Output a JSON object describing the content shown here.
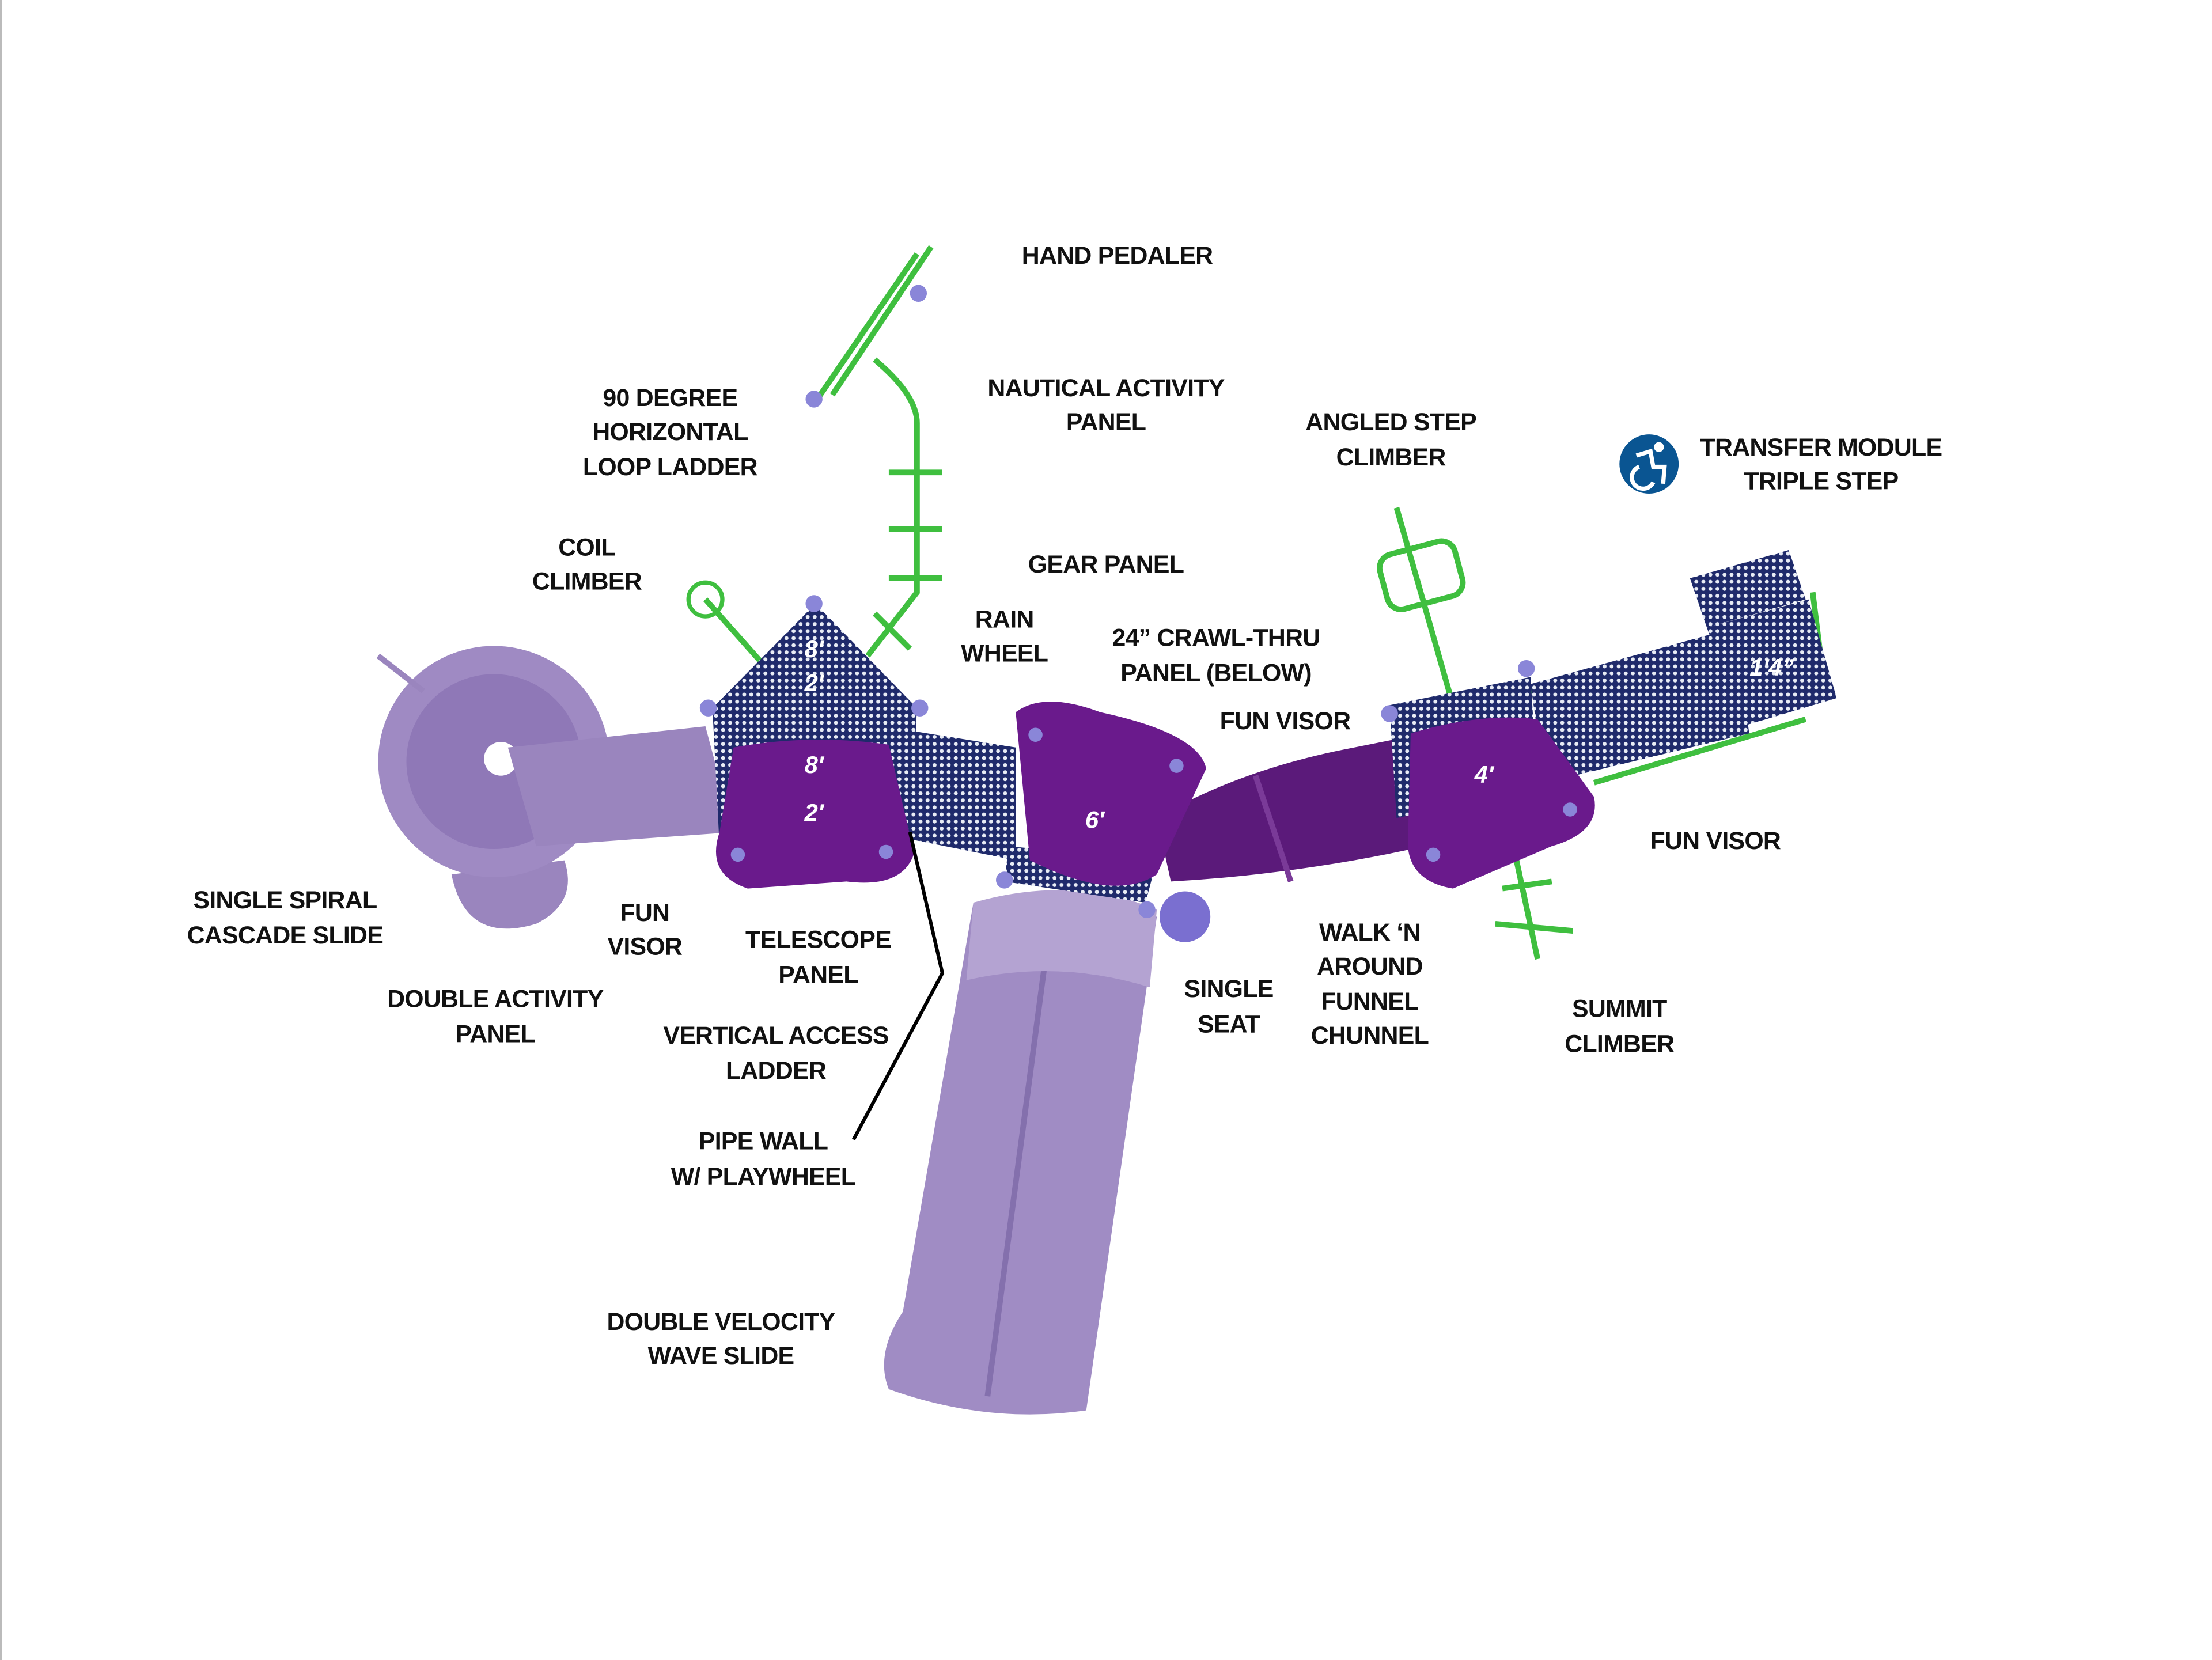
{
  "colors": {
    "frame": "#3fbf3f",
    "deck": "#1f2a6b",
    "slide": "#9a85be",
    "visor": "#6a1a8c",
    "tube": "#5b1a7a",
    "clamp": "#8a86d8",
    "access": "#0a5592"
  },
  "labels": {
    "hand_pedaler": [
      "HAND PEDALER"
    ],
    "nautical": [
      "NAUTICAL ACTIVITY",
      "PANEL"
    ],
    "loop_ladder": [
      "90 DEGREE",
      "HORIZONTAL",
      "LOOP LADDER"
    ],
    "angled_step": [
      "ANGLED STEP",
      "CLIMBER"
    ],
    "transfer": [
      "TRANSFER MODULE",
      "TRIPLE STEP"
    ],
    "coil": [
      "COIL",
      "CLIMBER"
    ],
    "gear": [
      "GEAR PANEL"
    ],
    "rain": [
      "RAIN",
      "WHEEL"
    ],
    "crawl": [
      "24” CRAWL-THRU",
      "PANEL (BELOW)"
    ],
    "fun_visor_1": [
      "FUN VISOR"
    ],
    "fun_visor_2": [
      "FUN VISOR"
    ],
    "spiral": [
      "SINGLE SPIRAL",
      "CASCADE SLIDE"
    ],
    "fun_visor_3": [
      "FUN",
      "VISOR"
    ],
    "telescope": [
      "TELESCOPE",
      "PANEL"
    ],
    "walk": [
      "WALK ‘N",
      "AROUND",
      "FUNNEL",
      "CHUNNEL"
    ],
    "seat": [
      "SINGLE",
      "SEAT"
    ],
    "double_activity": [
      "DOUBLE ACTIVITY",
      "PANEL"
    ],
    "summit": [
      "SUMMIT",
      "CLIMBER"
    ],
    "vertical": [
      "VERTICAL ACCESS",
      "LADDER"
    ],
    "pipe": [
      "PIPE WALL",
      "W/ PLAYWHEEL"
    ],
    "velocity": [
      "DOUBLE VELOCITY",
      "WAVE SLIDE"
    ]
  },
  "deck_heights": {
    "tri_top": "8′",
    "tri_bottom": "2′",
    "visor_top": "8′",
    "visor_bottom": "2′",
    "center": "6′",
    "right": "4′",
    "transfer": "1′4”"
  },
  "icons": {
    "accessibility": "wheelchair-accessibility-icon"
  }
}
